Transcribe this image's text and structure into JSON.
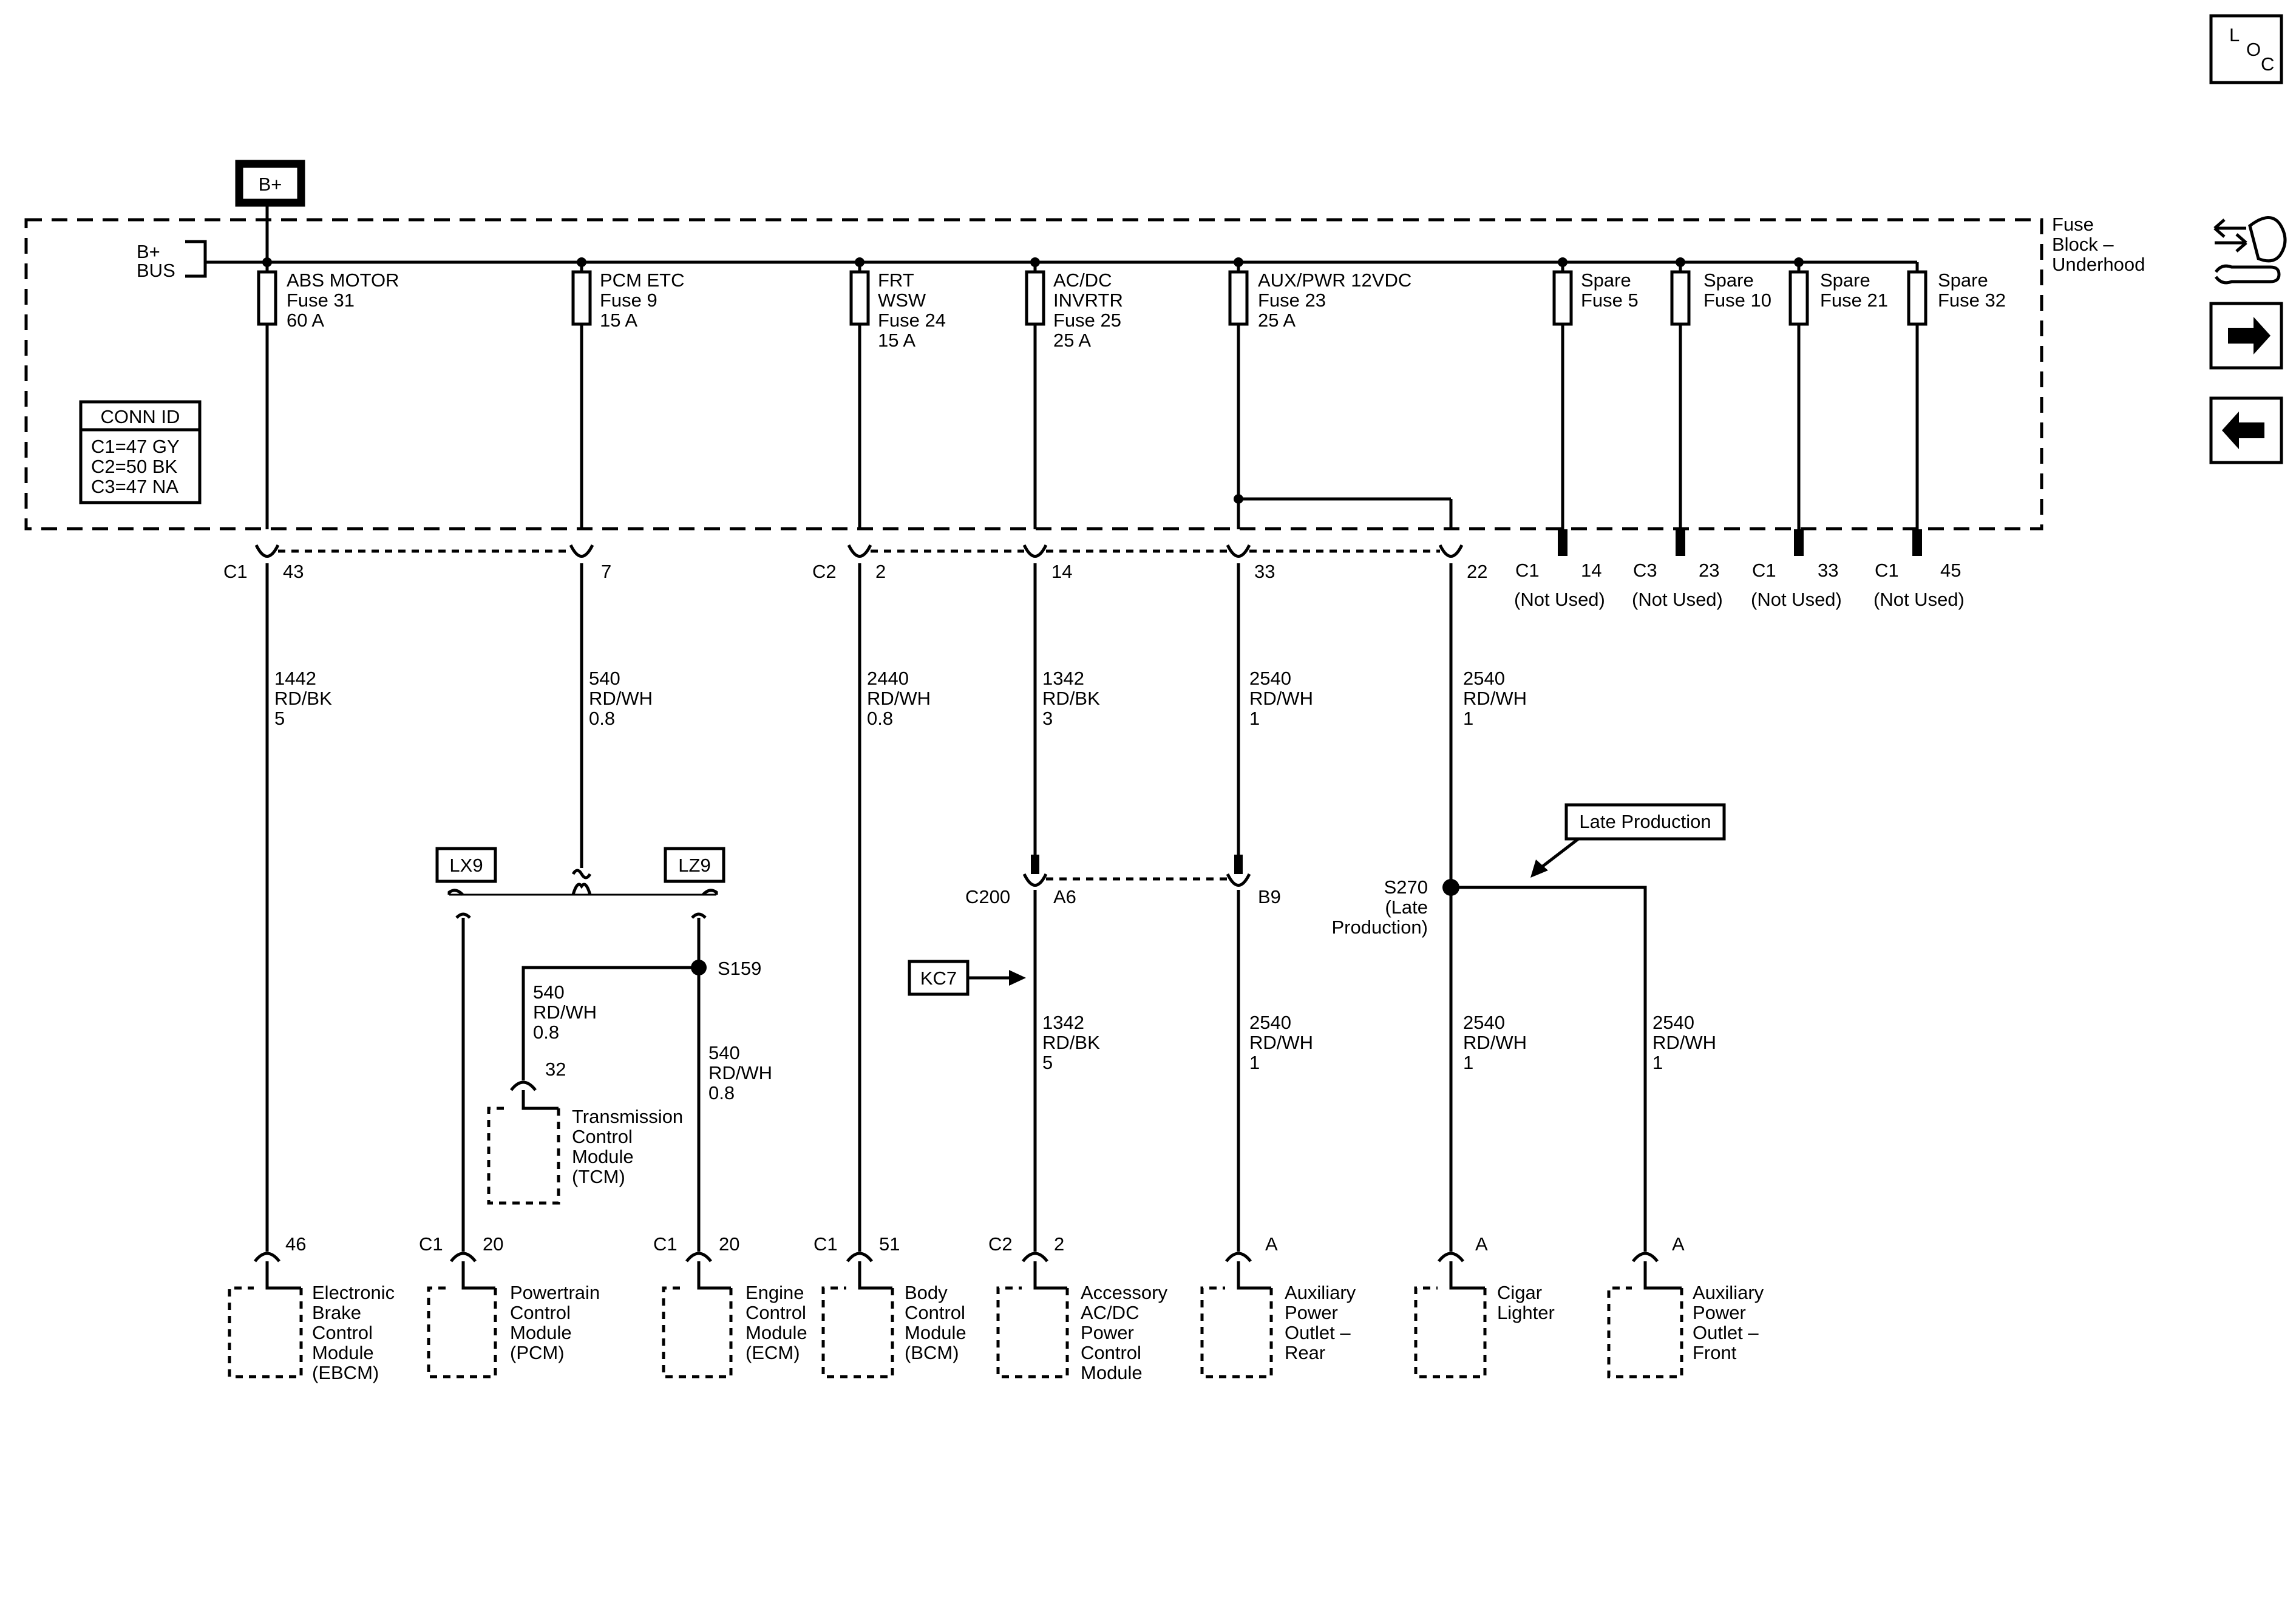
{
  "battery": {
    "label": "B+"
  },
  "bus": {
    "line1": "B+",
    "line2": "BUS"
  },
  "fuse_block": {
    "line1": "Fuse",
    "line2": "Block –",
    "line3": "Underhood"
  },
  "conn_id": {
    "title": "CONN ID",
    "rows": [
      "C1=47 GY",
      "C2=50 BK",
      "C3=47 NA"
    ]
  },
  "fuses": [
    {
      "lines": [
        "ABS MOTOR",
        "Fuse 31",
        "60 A"
      ]
    },
    {
      "lines": [
        "PCM ETC",
        "Fuse 9",
        "15 A"
      ]
    },
    {
      "lines": [
        "FRT",
        "WSW",
        "Fuse 24",
        "15 A"
      ]
    },
    {
      "lines": [
        "AC/DC",
        "INVRTR",
        "Fuse 25",
        "25 A"
      ]
    },
    {
      "lines": [
        "AUX/PWR 12VDC",
        "Fuse 23",
        "25 A"
      ]
    },
    {
      "lines": [
        "Spare",
        "Fuse 5"
      ]
    },
    {
      "lines": [
        "Spare",
        "Fuse 10"
      ]
    },
    {
      "lines": [
        "Spare",
        "Fuse 21"
      ]
    },
    {
      "lines": [
        "Spare",
        "Fuse 32"
      ]
    }
  ],
  "top_connectors": {
    "c1": "C1",
    "p43": "43",
    "p7": "7",
    "c2": "C2",
    "p2": "2",
    "p14": "14",
    "p33": "33",
    "p22": "22"
  },
  "spares": [
    {
      "conn": "C1",
      "pin": "14",
      "note": "(Not Used)"
    },
    {
      "conn": "C3",
      "pin": "23",
      "note": "(Not Used)"
    },
    {
      "conn": "C1",
      "pin": "33",
      "note": "(Not Used)"
    },
    {
      "conn": "C1",
      "pin": "45",
      "note": "(Not Used)"
    }
  ],
  "wires": {
    "w1": [
      "1442",
      "RD/BK",
      "5"
    ],
    "w2": [
      "540",
      "RD/WH",
      "0.8"
    ],
    "w3": [
      "2440",
      "RD/WH",
      "0.8"
    ],
    "w4": [
      "1342",
      "RD/BK",
      "3"
    ],
    "w5": [
      "2540",
      "RD/WH",
      "1"
    ],
    "w6": [
      "2540",
      "RD/WH",
      "1"
    ],
    "w7": [
      "540",
      "RD/WH",
      "0.8"
    ],
    "w8": [
      "540",
      "RD/WH",
      "0.8"
    ],
    "w9": [
      "1342",
      "RD/BK",
      "5"
    ],
    "w10": [
      "2540",
      "RD/WH",
      "1"
    ],
    "w11": [
      "2540",
      "RD/WH",
      "1"
    ],
    "w12": [
      "2540",
      "RD/WH",
      "1"
    ]
  },
  "options": {
    "lx9": "LX9",
    "lz9": "LZ9",
    "kc7": "KC7",
    "late": "Late Production"
  },
  "splices": {
    "s159": "S159",
    "s270": [
      "S270",
      "(Late",
      "Production)"
    ]
  },
  "mid_connectors": {
    "c200": "C200",
    "a6": "A6",
    "b9": "B9"
  },
  "tcm": {
    "pin": "32",
    "lines": [
      "Transmission",
      "Control",
      "Module",
      "(TCM)"
    ]
  },
  "modules": [
    {
      "conn": "",
      "pin": "46",
      "lines": [
        "Electronic",
        "Brake",
        "Control",
        "Module",
        "(EBCM)"
      ]
    },
    {
      "conn": "C1",
      "pin": "20",
      "lines": [
        "Powertrain",
        "Control",
        "Module",
        "(PCM)"
      ]
    },
    {
      "conn": "C1",
      "pin": "20",
      "lines": [
        "Engine",
        "Control",
        "Module",
        "(ECM)"
      ]
    },
    {
      "conn": "C1",
      "pin": "51",
      "lines": [
        "Body",
        "Control",
        "Module",
        "(BCM)"
      ]
    },
    {
      "conn": "C2",
      "pin": "2",
      "lines": [
        "Accessory",
        "AC/DC",
        "Power",
        "Control",
        "Module"
      ]
    },
    {
      "conn": "",
      "pin": "A",
      "lines": [
        "Auxiliary",
        "Power",
        "Outlet –",
        "Rear"
      ]
    },
    {
      "conn": "",
      "pin": "A",
      "lines": [
        "Cigar",
        "Lighter"
      ]
    },
    {
      "conn": "",
      "pin": "A",
      "lines": [
        "Auxiliary",
        "Power",
        "Outlet –",
        "Front"
      ]
    }
  ],
  "nav": {
    "loc": [
      "L",
      "O",
      "C"
    ]
  }
}
